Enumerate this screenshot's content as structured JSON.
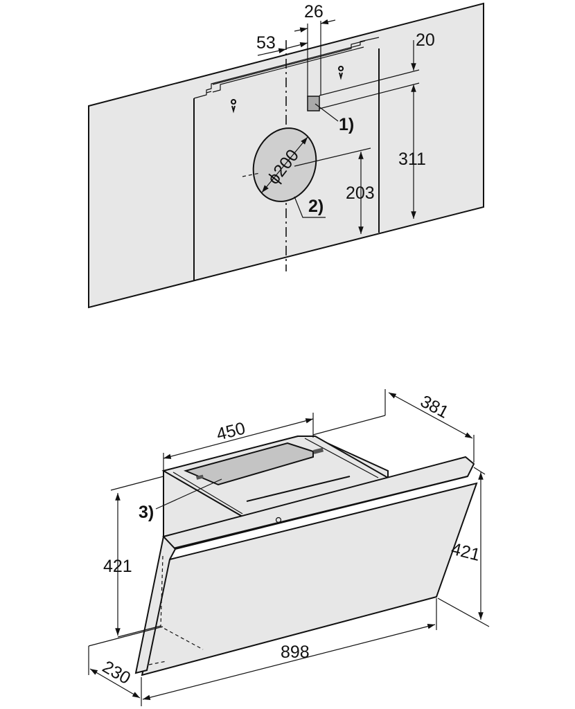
{
  "wall_diagram": {
    "dimensions": {
      "d26": "26",
      "d53": "53",
      "d20": "20",
      "d311": "311",
      "d203": "203",
      "diameter": "ϕ200"
    },
    "callouts": {
      "c1": "1)",
      "c2": "2)"
    }
  },
  "hood_diagram": {
    "dimensions": {
      "d381": "381",
      "d450": "450",
      "height_left": "421",
      "height_right": "421",
      "width": "898",
      "depth": "230"
    },
    "callouts": {
      "c3": "3)"
    }
  },
  "colors": {
    "surface": "#e7e7e7",
    "filter": "#c4c4c4",
    "line": "#111111"
  }
}
